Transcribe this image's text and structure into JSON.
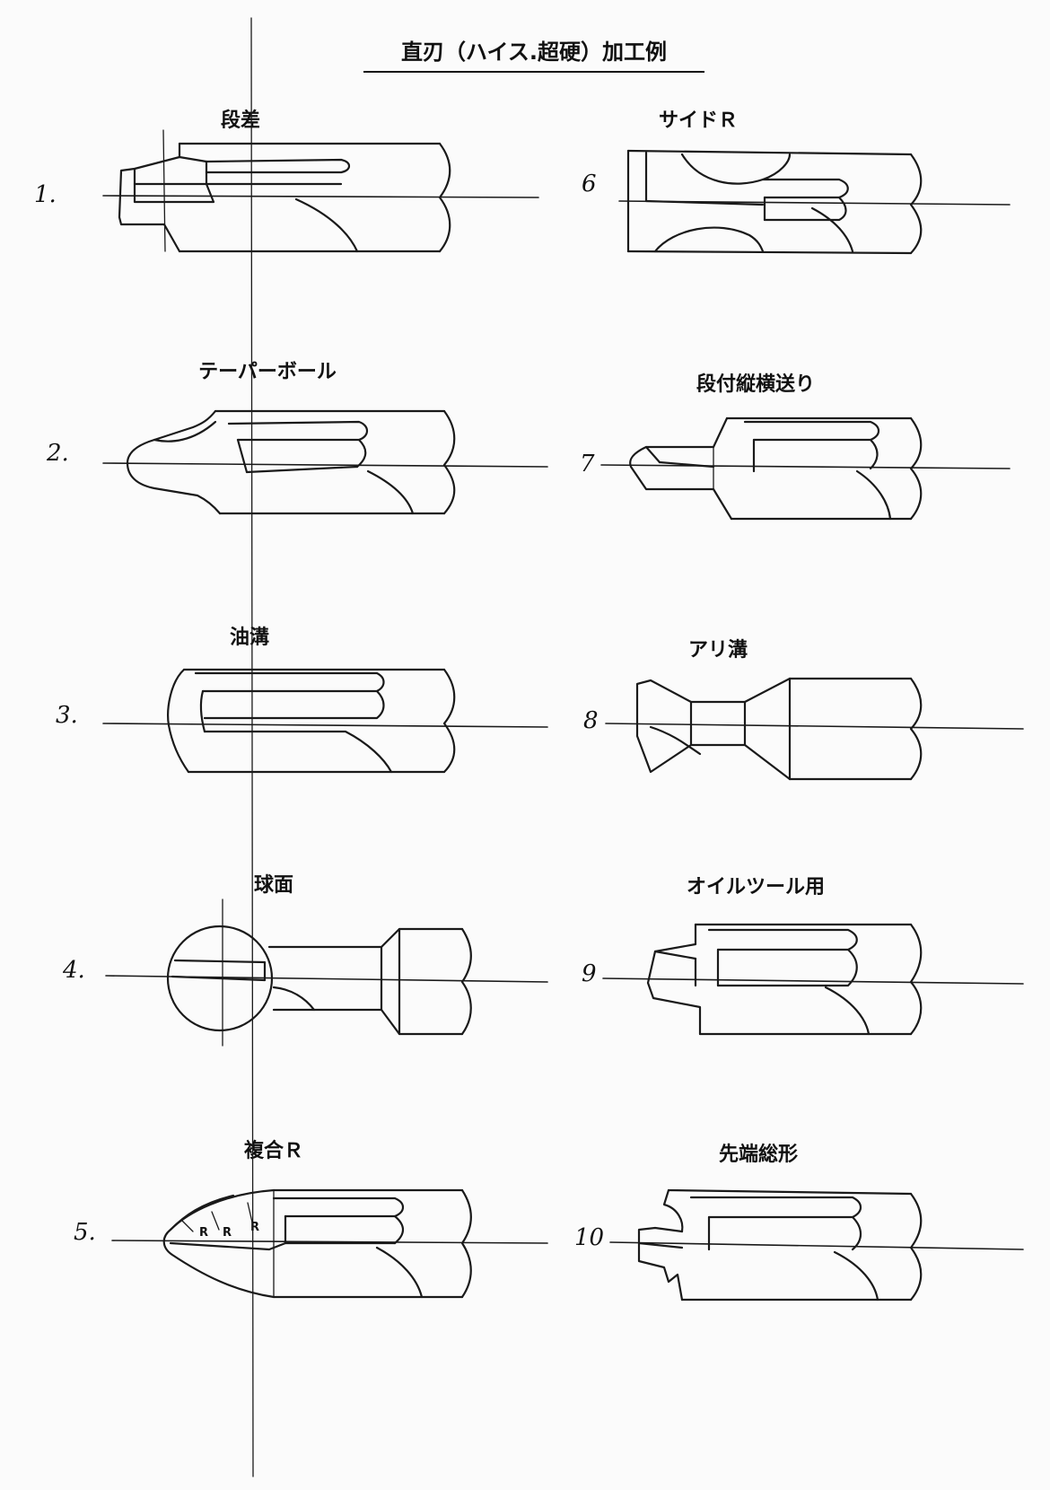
{
  "title": "直刃（ハイス.超硬）加工例",
  "items": [
    {
      "num": "1.",
      "label": "段差"
    },
    {
      "num": "2.",
      "label": "テーパーボール"
    },
    {
      "num": "3.",
      "label": "油溝"
    },
    {
      "num": "4.",
      "label": "球面"
    },
    {
      "num": "5.",
      "label": "複合Ｒ"
    },
    {
      "num": "6",
      "label": "サイドＲ"
    },
    {
      "num": "7",
      "label": "段付縦横送り"
    },
    {
      "num": "8",
      "label": "アリ溝"
    },
    {
      "num": "9",
      "label": "オイルツール用"
    },
    {
      "num": "10",
      "label": "先端総形"
    }
  ],
  "radius_mark": "R"
}
